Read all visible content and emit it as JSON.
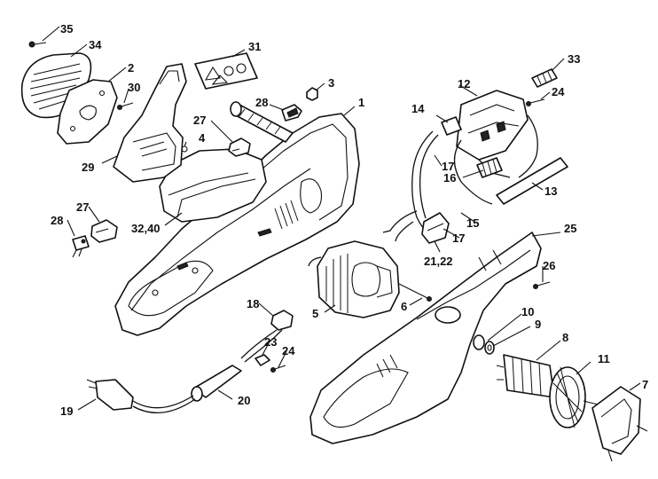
{
  "diagram": {
    "type": "exploded-parts",
    "callouts": {
      "c1": "1",
      "c2": "2",
      "c3": "3",
      "c4": "4",
      "c5": "5",
      "c6": "6",
      "c7": "7",
      "c8": "8",
      "c9": "9",
      "c10": "10",
      "c11": "11",
      "c12": "12",
      "c13": "13",
      "c14": "14",
      "c15": "15",
      "c16": "16",
      "c17a": "17",
      "c17b": "17",
      "c18": "18",
      "c19": "19",
      "c20": "20",
      "c2122": "21,22",
      "c23": "23",
      "c24a": "24",
      "c24b": "24",
      "c25": "25",
      "c26": "26",
      "c27a": "27",
      "c27b": "27",
      "c28a": "28",
      "c28b": "28",
      "c29": "29",
      "c30": "30",
      "c31": "31",
      "c3240": "32,40",
      "c33": "33",
      "c34": "34",
      "c35": "35"
    }
  }
}
